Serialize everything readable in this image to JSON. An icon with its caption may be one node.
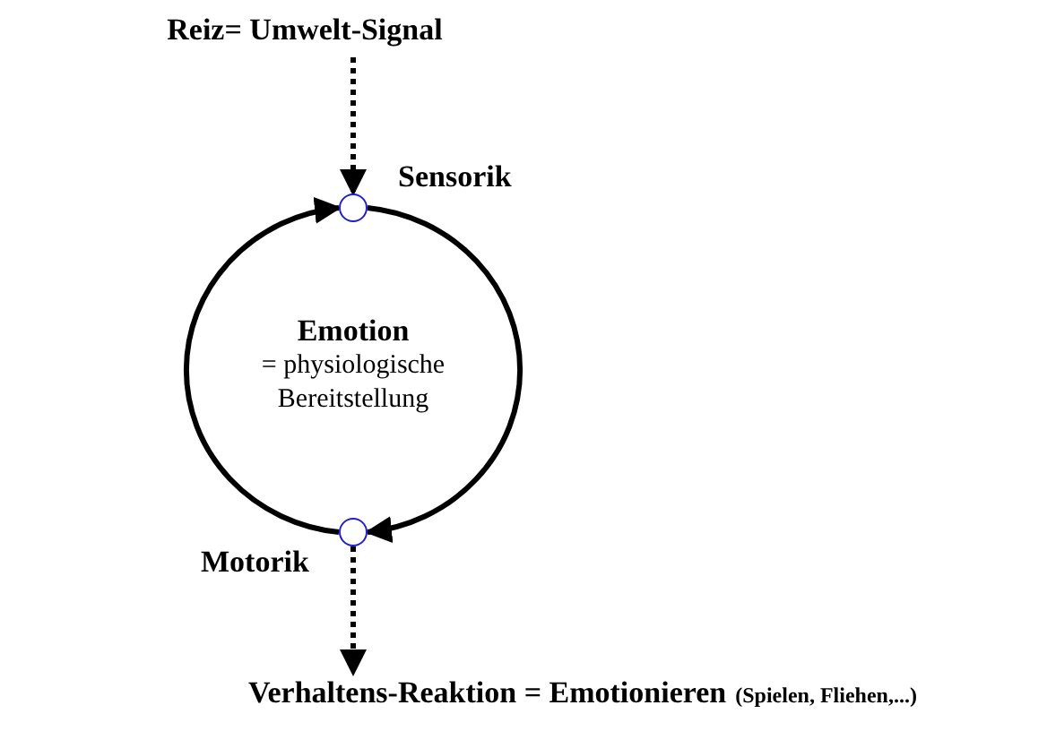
{
  "diagram": {
    "nodes": [
      {
        "text": [
          "Reiz= Umwelt-Signal"
        ]
      },
      {
        "text": [],
        "shape": "circle",
        "beside": [
          "Sensorik"
        ]
      },
      {
        "text": [],
        "shape": "circle",
        "beside": [
          "Motorik"
        ]
      },
      {
        "text": [
          "Verhaltens-Reaktion = Emotionieren",
          "(Spielen, Fliehen,...)"
        ]
      }
    ],
    "edges": [
      {
        "from": 0,
        "to": 1,
        "arrow": "to",
        "style": "dashed"
      },
      {
        "from": 1,
        "to": 2,
        "arrow": "to"
      },
      {
        "from": 2,
        "to": 1,
        "arrow": "to"
      },
      {
        "from": 2,
        "to": 3,
        "arrow": "to",
        "style": "dashed"
      }
    ],
    "labels": [
      "Emotion",
      "= physiologische Bereitstellung"
    ]
  }
}
